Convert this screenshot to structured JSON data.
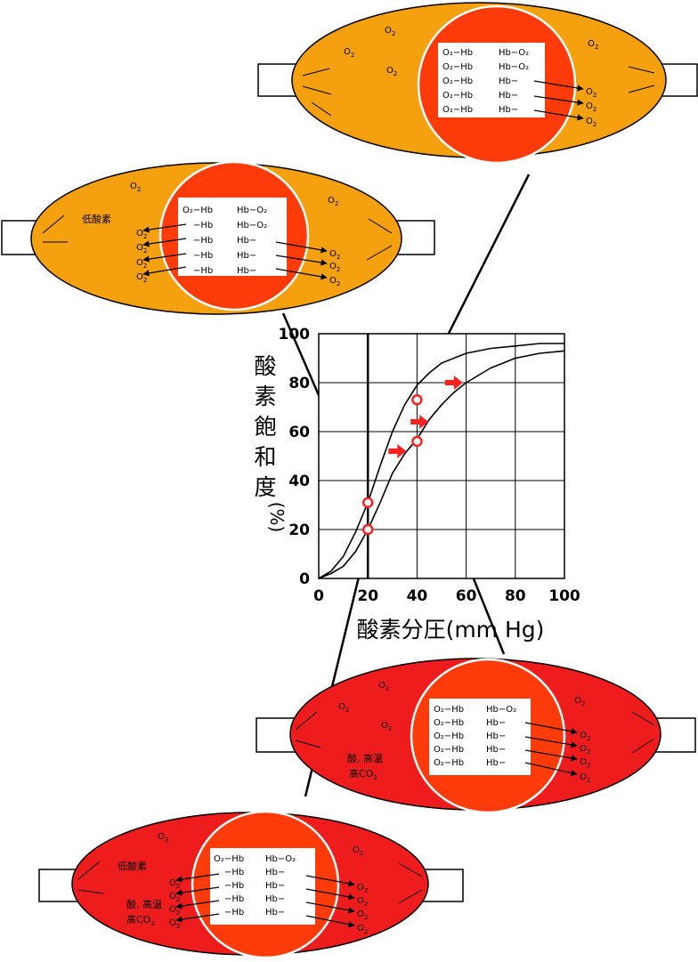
{
  "colors": {
    "resting": "#f5a10f",
    "active": "#ee1c1c",
    "core": "#ff3b0a",
    "marker": "#ff2020"
  },
  "labels": {
    "o2": "O",
    "o2_sub": "2",
    "low_oxygen": "低酸素",
    "acid_high_temp": "酸, 高温",
    "high_co2_prefix": "高CO",
    "hb_o2_left": "O₂−Hb",
    "hb_o2_right": "Hb−O₂",
    "hb_empty_left": "−Hb",
    "hb_empty_right": "Hb−"
  },
  "chart_data": {
    "type": "line",
    "ylabel_chars": [
      "酸",
      "素",
      "飽",
      "和",
      "度"
    ],
    "ylabel_unit": "(%)",
    "xlabel": "酸素分圧(mm Hg)",
    "xticks": [
      "0",
      "20",
      "40",
      "60",
      "80",
      "100"
    ],
    "yticks": [
      "0",
      "20",
      "40",
      "60",
      "80",
      "100"
    ],
    "xlim": [
      0,
      100
    ],
    "ylim": [
      0,
      100
    ],
    "grid": true,
    "series": [
      {
        "x": [
          0,
          5,
          10,
          15,
          20,
          25,
          30,
          35,
          40,
          45,
          50,
          55,
          60,
          70,
          80,
          90,
          100
        ],
        "y": [
          0,
          3,
          9,
          19,
          31,
          46,
          60,
          71,
          79,
          84,
          88,
          90,
          92,
          94,
          95,
          96,
          96
        ]
      },
      {
        "x": [
          0,
          5,
          10,
          15,
          20,
          25,
          30,
          35,
          40,
          45,
          50,
          55,
          60,
          70,
          80,
          90,
          100
        ],
        "y": [
          0,
          2,
          5,
          11,
          20,
          31,
          43,
          51,
          57,
          65,
          71,
          76,
          80,
          86,
          90,
          92,
          93
        ]
      }
    ],
    "markers": [
      {
        "x": 20,
        "y": 31
      },
      {
        "x": 20,
        "y": 20
      },
      {
        "x": 40,
        "y": 73
      },
      {
        "x": 40,
        "y": 56
      }
    ],
    "shift_arrows": [
      {
        "x": 32,
        "y": 52
      },
      {
        "x": 41,
        "y": 64
      },
      {
        "x": 55,
        "y": 80
      }
    ]
  }
}
